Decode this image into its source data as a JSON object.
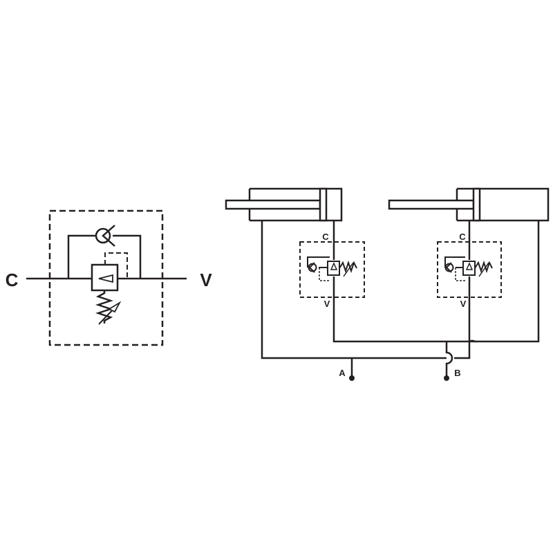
{
  "symbol": {
    "port_c_label": "C",
    "port_v_label": "V"
  },
  "circuit": {
    "left_valve": {
      "port_c_label": "C",
      "port_v_label": "V"
    },
    "right_valve": {
      "port_c_label": "C",
      "port_v_label": "V"
    },
    "port_a_label": "A",
    "port_b_label": "B"
  },
  "colors": {
    "line": "#231f20",
    "background": "#ffffff"
  }
}
